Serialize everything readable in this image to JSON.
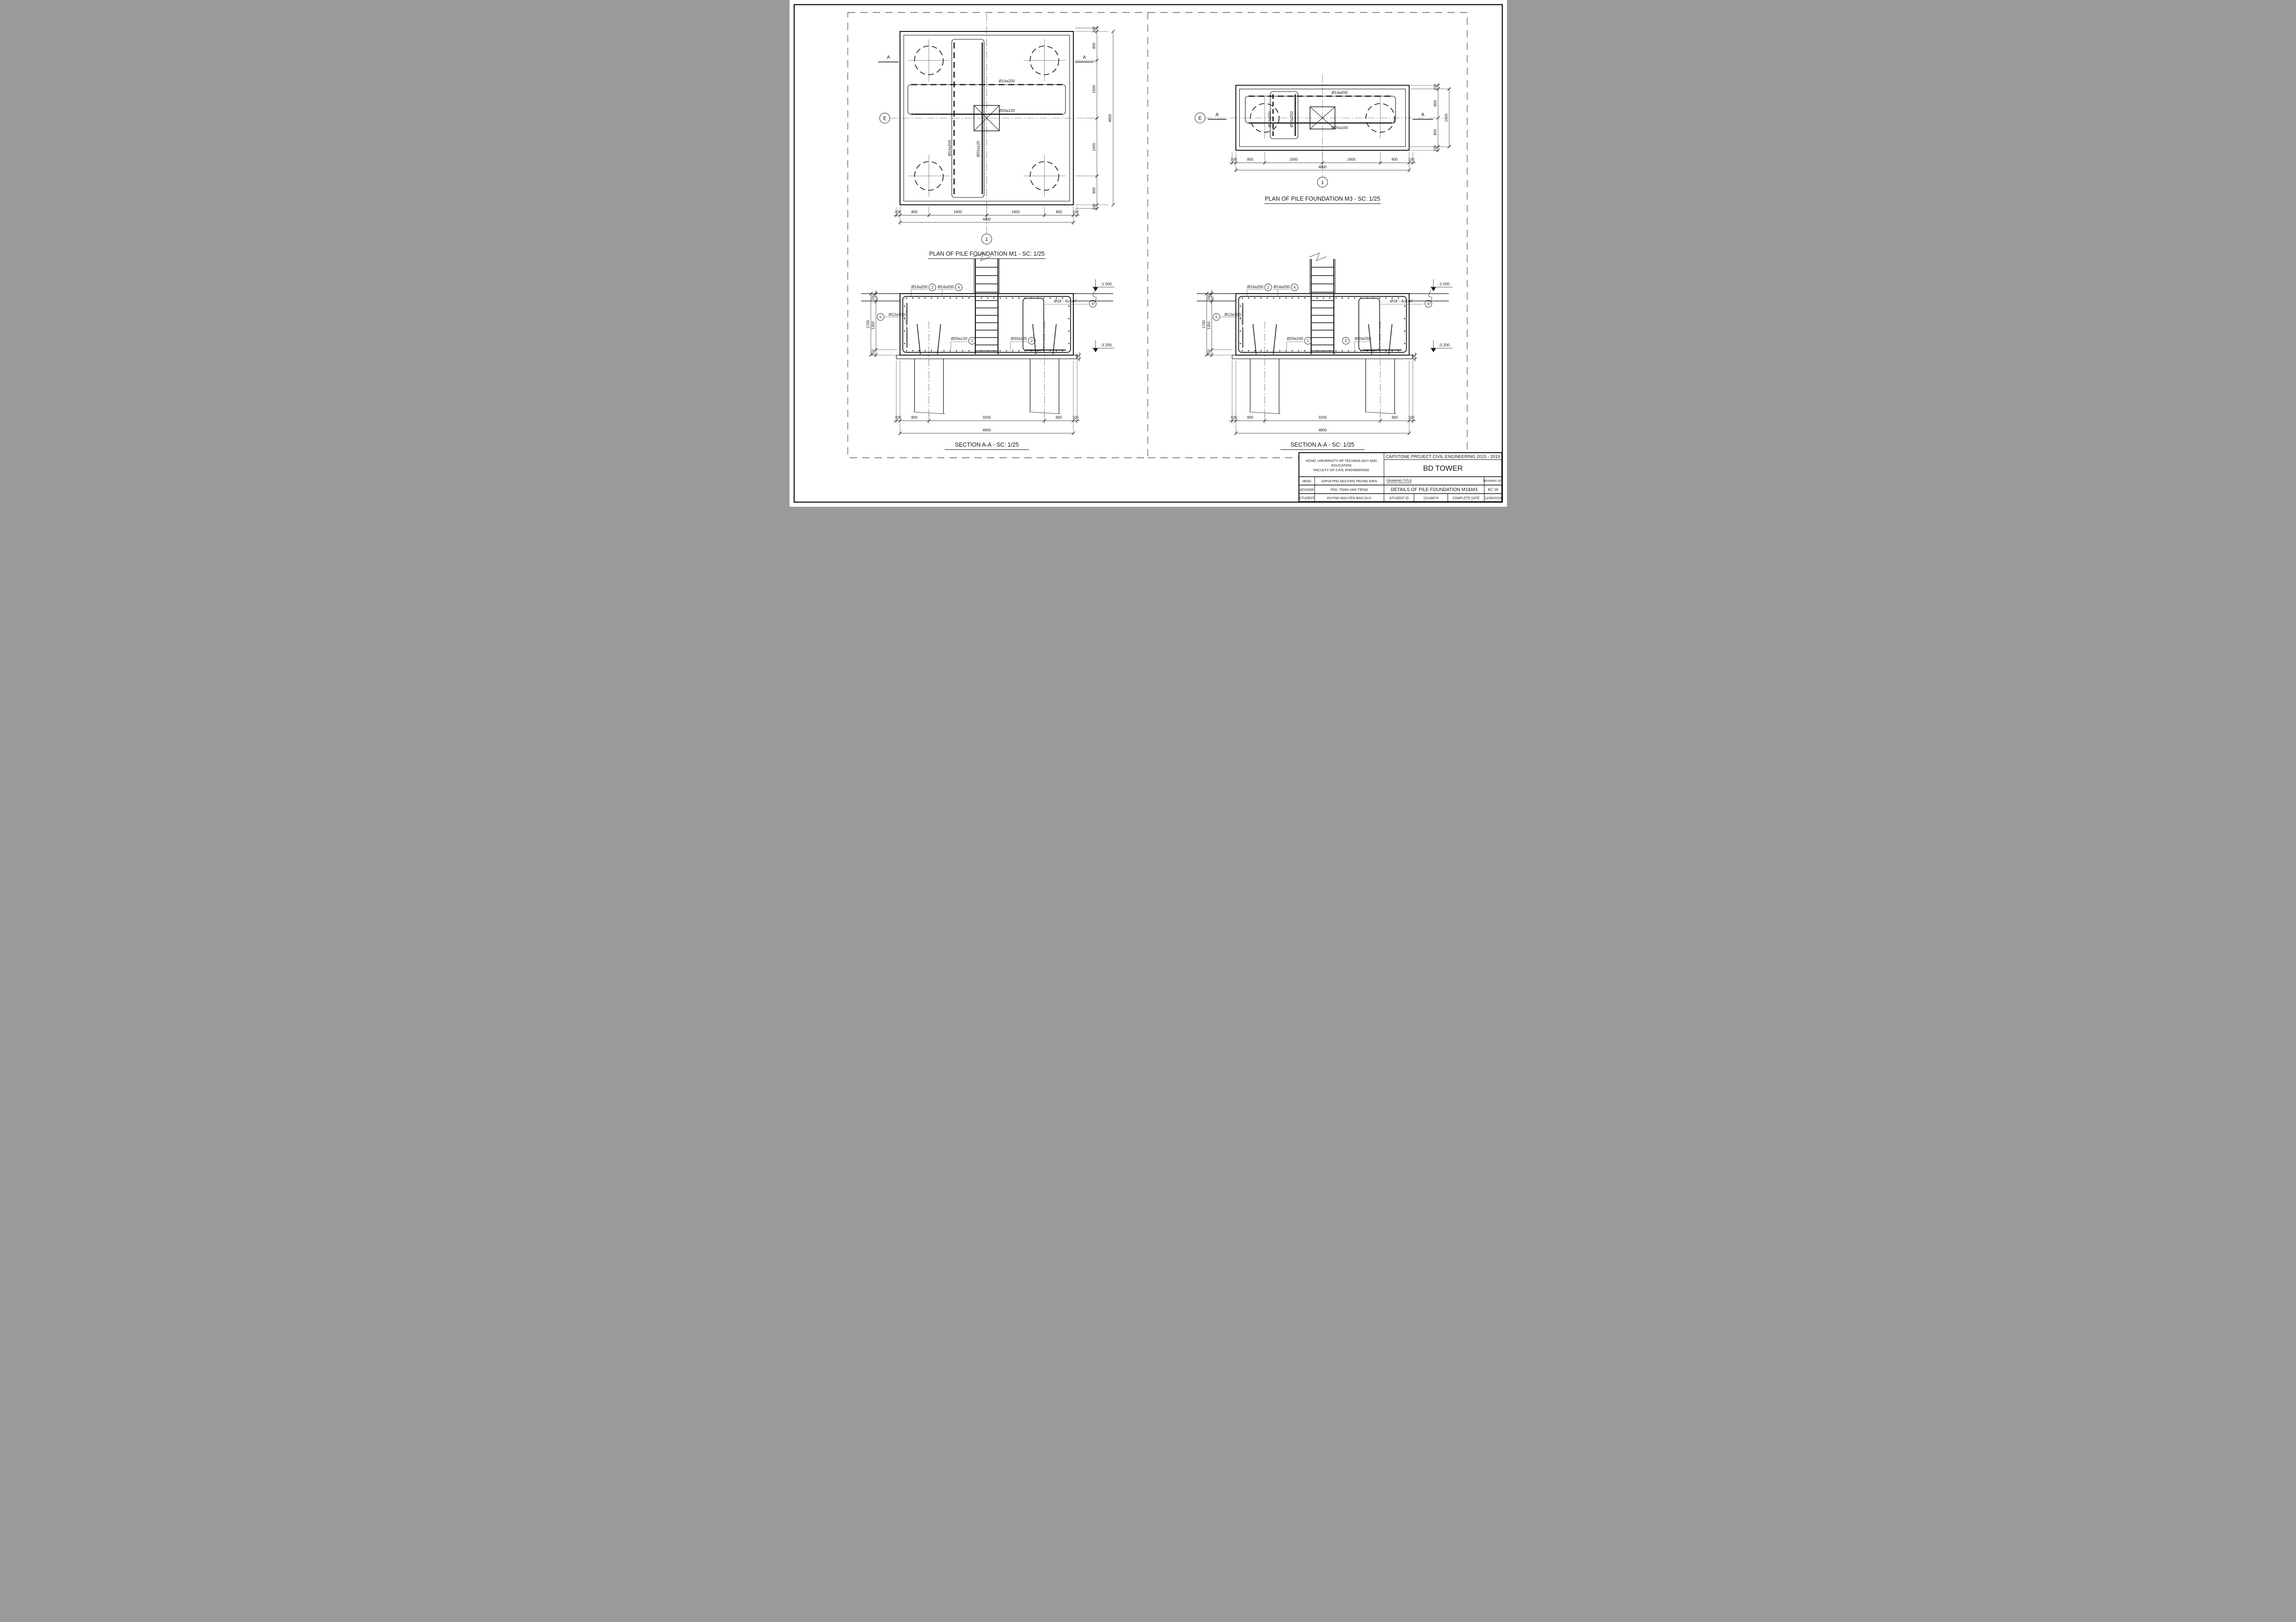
{
  "title_block": {
    "university": [
      "HCMC UNIVERSITY OF TECHNOLOGY AND",
      "EDUCATION",
      "FACULTY OF CIVIL ENGINEERING"
    ],
    "project": "CAPSTONE PROJECT CIVIL ENGINEERING 2015 - 2019",
    "building": "BD TOWER",
    "head_label": "HEAD",
    "head": "A/Prof.PhD NGUYEN TRUNG KIEN",
    "advisor_label": "ADVISOR",
    "advisor": "PhD. TRAN VAN TIENG",
    "student_label": "STUDENT",
    "student": "HUYNH NGUYEN BAO DUY",
    "drawing_title_label": "DRAWING TITLE",
    "drawing_title": "DETAILS OF PILE FOUNDATION M1&M3",
    "drawing_no_label": "DRAWING NO.",
    "drawing_no": "KC 16",
    "student_id_label": "STUDENT ID",
    "student_id": "15149074",
    "complete_date_label": "COMPLETE DATE",
    "complete_date": "11/06/2019"
  },
  "m1_plan": {
    "title": "PLAN OF PILE FOUNDATION M1 - SC: 1/25",
    "grid_no": "1",
    "grid_letter": "E",
    "section_mark": "A",
    "rebar_top": "Ø14a200",
    "rebar_bottom": "Ø20a120",
    "rebar_vert_outer": "Ø14a200",
    "rebar_vert_inner": "Ø20a120",
    "dims_bottom": [
      "100",
      "800",
      "1600",
      "1600",
      "800",
      "100"
    ],
    "dims_bottom_total": "4800",
    "dims_right": [
      "100",
      "800",
      "1600",
      "1600",
      "800",
      "100"
    ],
    "dims_right_total": "4800"
  },
  "m3_plan": {
    "title": "PLAN OF PILE FOUNDATION M3 - SC: 1/25",
    "grid_no": "1",
    "grid_letter": "E",
    "section_mark": "A",
    "rebar_top": "Ø14a200",
    "rebar_bottom": "Ø20a100",
    "rebar_vert_outer": "Ø14a200",
    "rebar_vert_inner": "Ø20a250",
    "dims_bottom": [
      "100",
      "800",
      "1600",
      "1600",
      "800",
      "100"
    ],
    "dims_bottom_total": "4800",
    "dims_right": [
      "100",
      "800",
      "800",
      "100"
    ],
    "dims_right_total": "1600"
  },
  "m1_section": {
    "title": "SECTION A-A - SC: 1/25",
    "top1": "Ø14a200",
    "top1_no": "2",
    "top2": "Ø14a200",
    "top2_no": "4",
    "side": "Ø12a300",
    "side_no": "5",
    "bot1": "Ø20a120",
    "bot1_no": "1",
    "bot2": "Ø20a120",
    "bot2_no": "2",
    "stirrup": "Ø18 - 4c/cm",
    "stirrup_sup": "2",
    "stirrup_no": "6",
    "elev_top": "-1.500",
    "elev_bottom": "-3.200",
    "dims_left": [
      "200",
      "1350",
      "150"
    ],
    "dims_left_total": "1700",
    "dims_bottom": [
      "100",
      "800",
      "3200",
      "800",
      "100"
    ],
    "dims_bottom_total": "4800",
    "lean_dim": "100"
  },
  "m3_section": {
    "title": "SECTION A-A - SC: 1/25",
    "top1": "Ø14a200",
    "top1_no": "2",
    "top2": "Ø14a200",
    "top2_no": "4",
    "side": "Ø12a300",
    "side_no": "5",
    "bot1": "Ø20a100",
    "bot1_no": "1",
    "bot2": "Ø20a250",
    "bot2_no": "2",
    "stirrup": "Ø18 - 4c/cm",
    "stirrup_sup": "2",
    "stirrup_no": "6",
    "elev_top": "-1.500",
    "elev_bottom": "-3.200",
    "dims_left": [
      "200",
      "1350",
      "150"
    ],
    "dims_left_total": "1700",
    "dims_bottom": [
      "100",
      "800",
      "3200",
      "800",
      "100"
    ],
    "dims_bottom_total": "4800",
    "lean_dim": "100"
  }
}
